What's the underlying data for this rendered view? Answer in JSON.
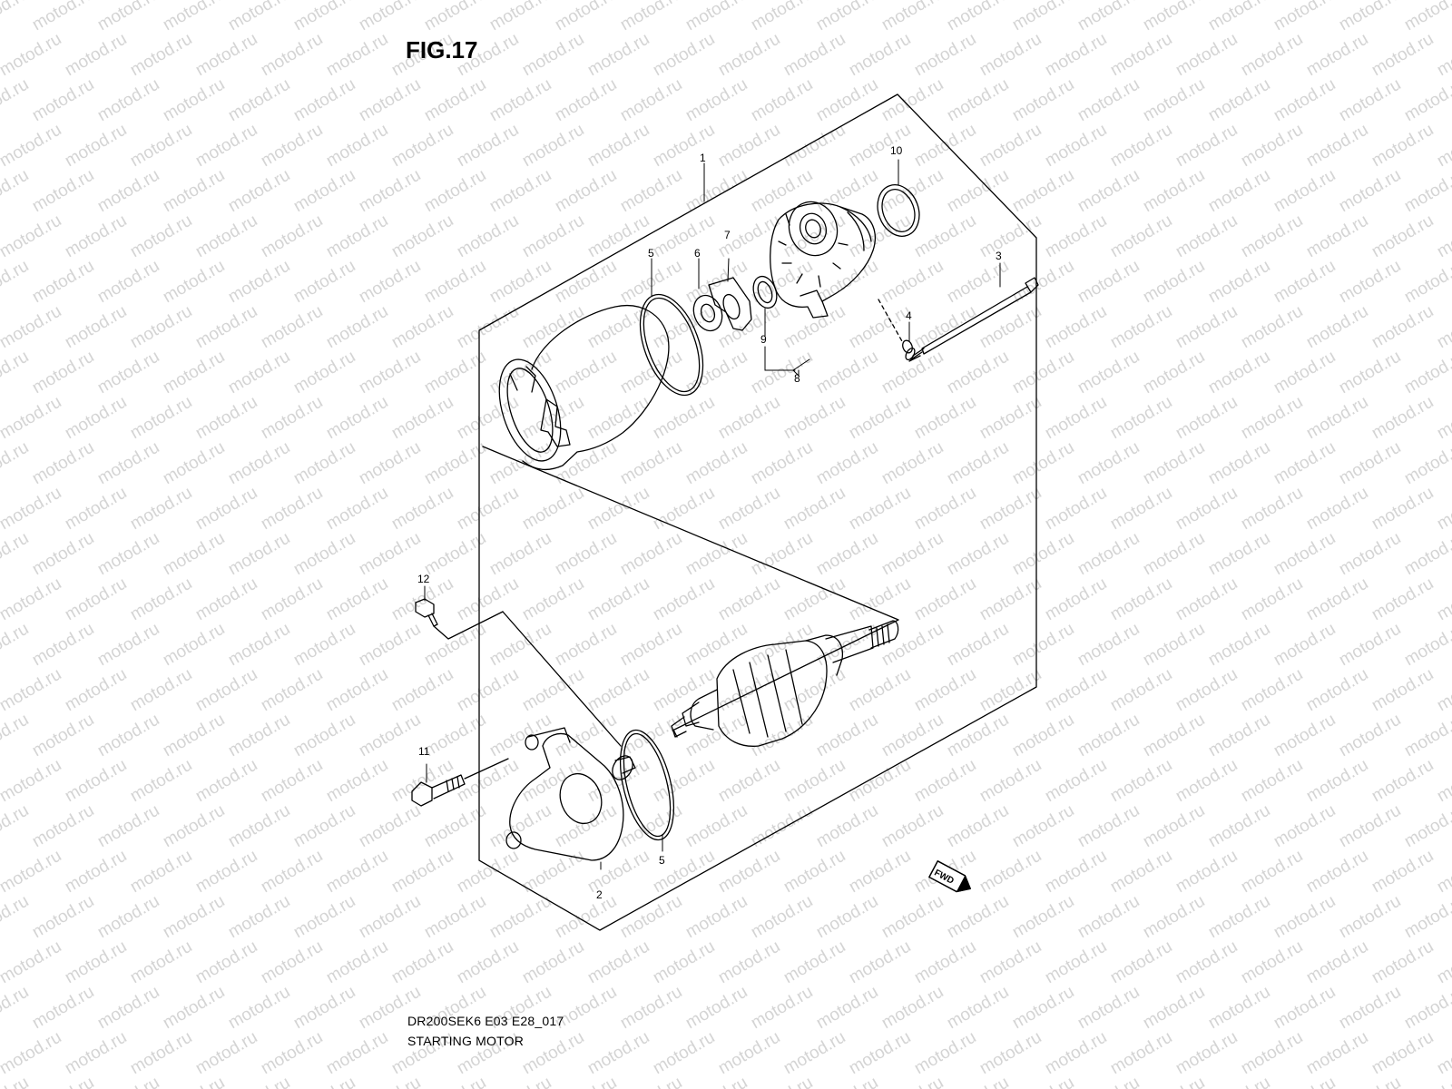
{
  "figure": {
    "title": "FIG.17",
    "code": "DR200SEK6 E03 E28_017",
    "name": "STARTING MOTOR"
  },
  "watermark": {
    "text": "motod.ru"
  },
  "callouts": [
    {
      "id": "callout-1",
      "label": "1"
    },
    {
      "id": "callout-2",
      "label": "2"
    },
    {
      "id": "callout-3",
      "label": "3"
    },
    {
      "id": "callout-4",
      "label": "4"
    },
    {
      "id": "callout-5a",
      "label": "5"
    },
    {
      "id": "callout-5b",
      "label": "5"
    },
    {
      "id": "callout-6",
      "label": "6"
    },
    {
      "id": "callout-7",
      "label": "7"
    },
    {
      "id": "callout-8",
      "label": "8"
    },
    {
      "id": "callout-9",
      "label": "9"
    },
    {
      "id": "callout-10",
      "label": "10"
    },
    {
      "id": "callout-11",
      "label": "11"
    },
    {
      "id": "callout-12",
      "label": "12"
    }
  ],
  "fwd_badge": {
    "label": "FWD"
  },
  "colors": {
    "line": "#000000",
    "watermark": "#d4d4d4",
    "background": "#ffffff"
  }
}
